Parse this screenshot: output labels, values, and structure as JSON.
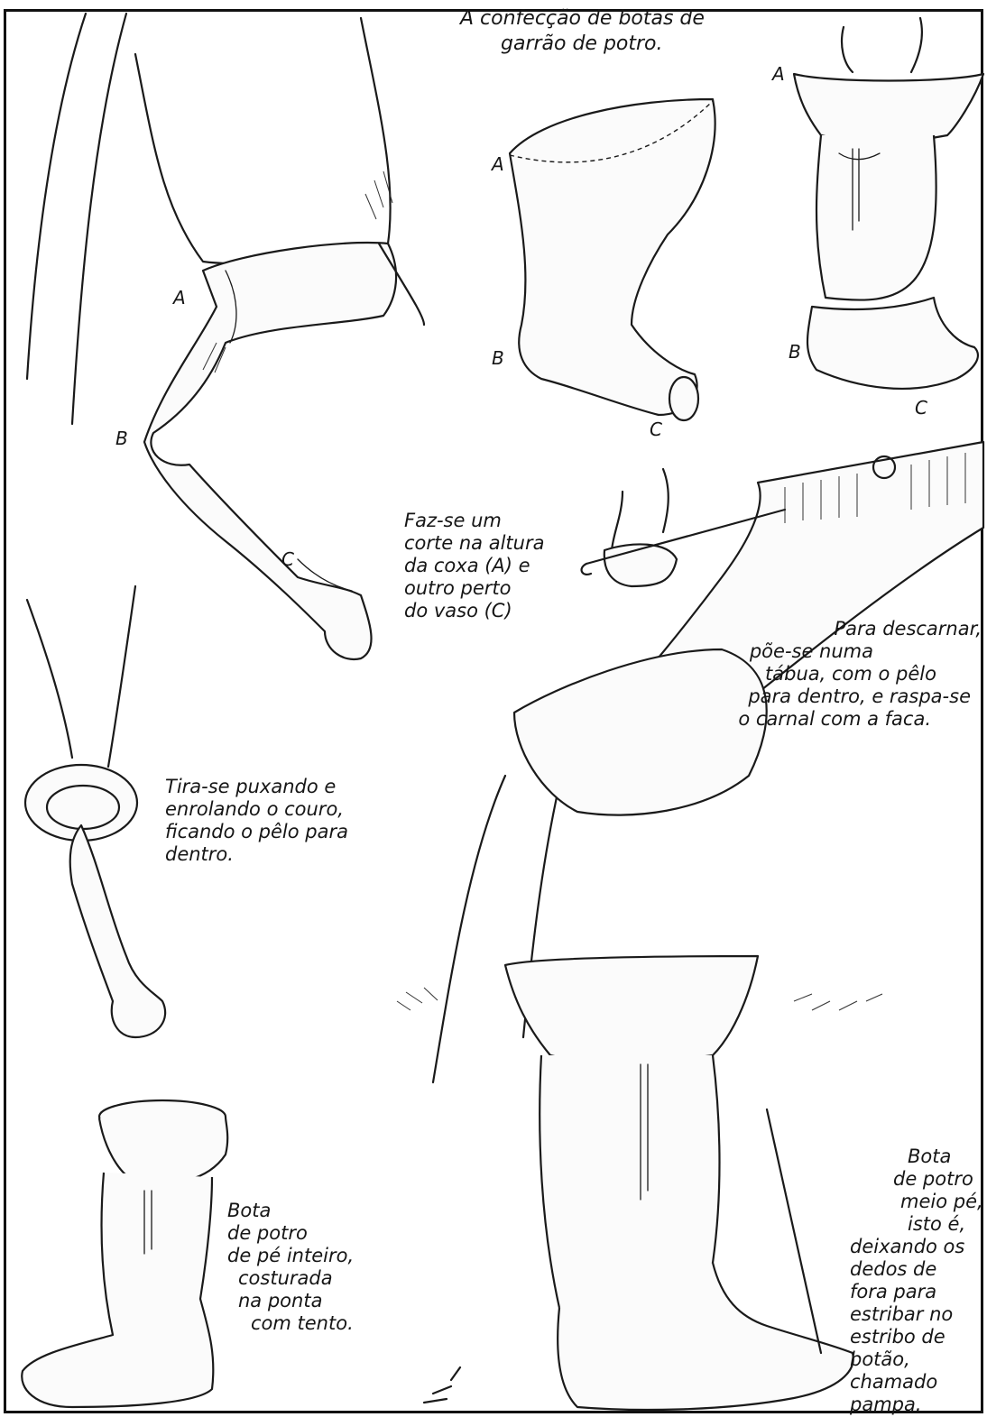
{
  "title": {
    "line1": "A confecção de botas de",
    "line2": "garrão de potro."
  },
  "captions": {
    "cut": [
      "Faz-se um",
      "corte na altura",
      "da coxa (A) e",
      "outro perto",
      "do vaso (C)"
    ],
    "descarnar": [
      "Para descarnar,",
      "põe-se numa",
      "tábua, com o pêlo",
      "para dentro, e raspa-se",
      "o carnal com a faca."
    ],
    "tira": [
      "Tira-se puxando e",
      "enrolando o couro,",
      "ficando o pêlo para",
      "dentro."
    ],
    "inteiro": [
      "Bota",
      "de potro",
      "de pé inteiro,",
      "costurada",
      "na ponta",
      "com tento."
    ],
    "meio": [
      "Bota",
      "de potro",
      "meio pé,",
      "isto é,",
      "deixando os",
      "dedos de",
      "fora para",
      "estribar no",
      "estribo de",
      "botão,",
      "chamado",
      "pampa."
    ]
  },
  "labels": {
    "leg_a": "A",
    "leg_b": "B",
    "leg_c": "C",
    "skin_a": "A",
    "skin_b": "B",
    "skin_c": "C",
    "foot_a": "A",
    "foot_b": "B",
    "foot_c": "C"
  }
}
